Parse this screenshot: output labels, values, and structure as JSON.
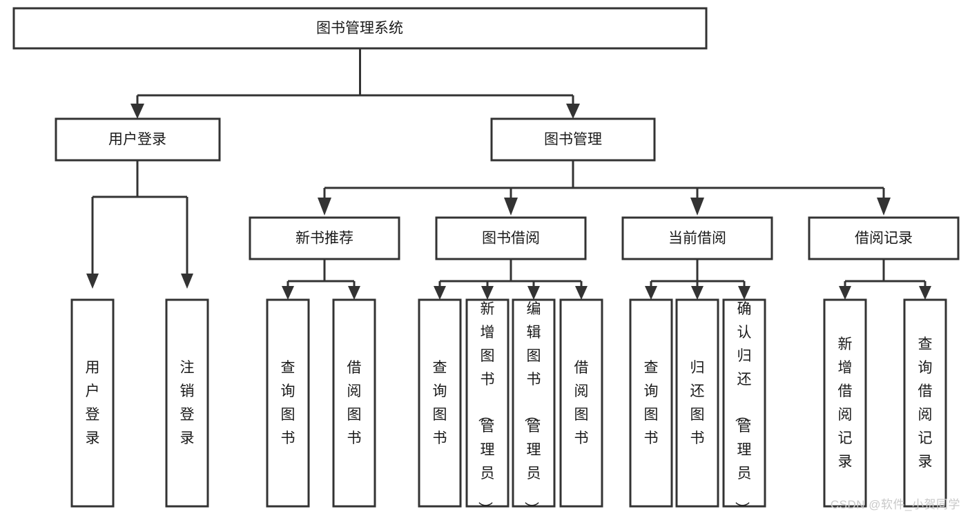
{
  "diagram": {
    "type": "hierarchy-tree",
    "title": "图书管理系统",
    "watermark": "CSDN @软件_小贺同学",
    "levels": {
      "level1": {
        "label": "图书管理系统"
      },
      "level2": [
        {
          "id": "user-login",
          "label": "用户登录"
        },
        {
          "id": "book-management",
          "label": "图书管理"
        }
      ],
      "level3": [
        {
          "id": "new-book-recommend",
          "label": "新书推荐",
          "parent": "book-management"
        },
        {
          "id": "book-borrow",
          "label": "图书借阅",
          "parent": "book-management"
        },
        {
          "id": "current-borrow",
          "label": "当前借阅",
          "parent": "book-management"
        },
        {
          "id": "borrow-record",
          "label": "借阅记录",
          "parent": "book-management"
        }
      ],
      "level4": [
        {
          "id": "leaf-user-login",
          "label": "用户登录",
          "parent": "user-login"
        },
        {
          "id": "leaf-logout-login",
          "label": "注销登录",
          "parent": "user-login"
        },
        {
          "id": "leaf-query-book-1",
          "label": "查询图书",
          "parent": "new-book-recommend"
        },
        {
          "id": "leaf-borrow-book-1",
          "label": "借阅图书",
          "parent": "new-book-recommend"
        },
        {
          "id": "leaf-query-book-2",
          "label": "查询图书",
          "parent": "book-borrow"
        },
        {
          "id": "leaf-add-book",
          "label": "新增图书（管理员）",
          "parent": "book-borrow"
        },
        {
          "id": "leaf-edit-book",
          "label": "编辑图书（管理员）",
          "parent": "book-borrow"
        },
        {
          "id": "leaf-borrow-book-2",
          "label": "借阅图书",
          "parent": "book-borrow"
        },
        {
          "id": "leaf-query-book-3",
          "label": "查询图书",
          "parent": "current-borrow"
        },
        {
          "id": "leaf-return-book",
          "label": "归还图书",
          "parent": "current-borrow"
        },
        {
          "id": "leaf-confirm-return",
          "label": "确认归还（管理员）",
          "parent": "current-borrow"
        },
        {
          "id": "leaf-add-record",
          "label": "新增借阅记录",
          "parent": "borrow-record"
        },
        {
          "id": "leaf-query-record",
          "label": "查询借阅记录",
          "parent": "borrow-record"
        }
      ]
    },
    "colors": {
      "stroke": "#333333",
      "fill": "#ffffff",
      "text": "#1a1a1a",
      "watermark": "#c9c9c9"
    }
  }
}
